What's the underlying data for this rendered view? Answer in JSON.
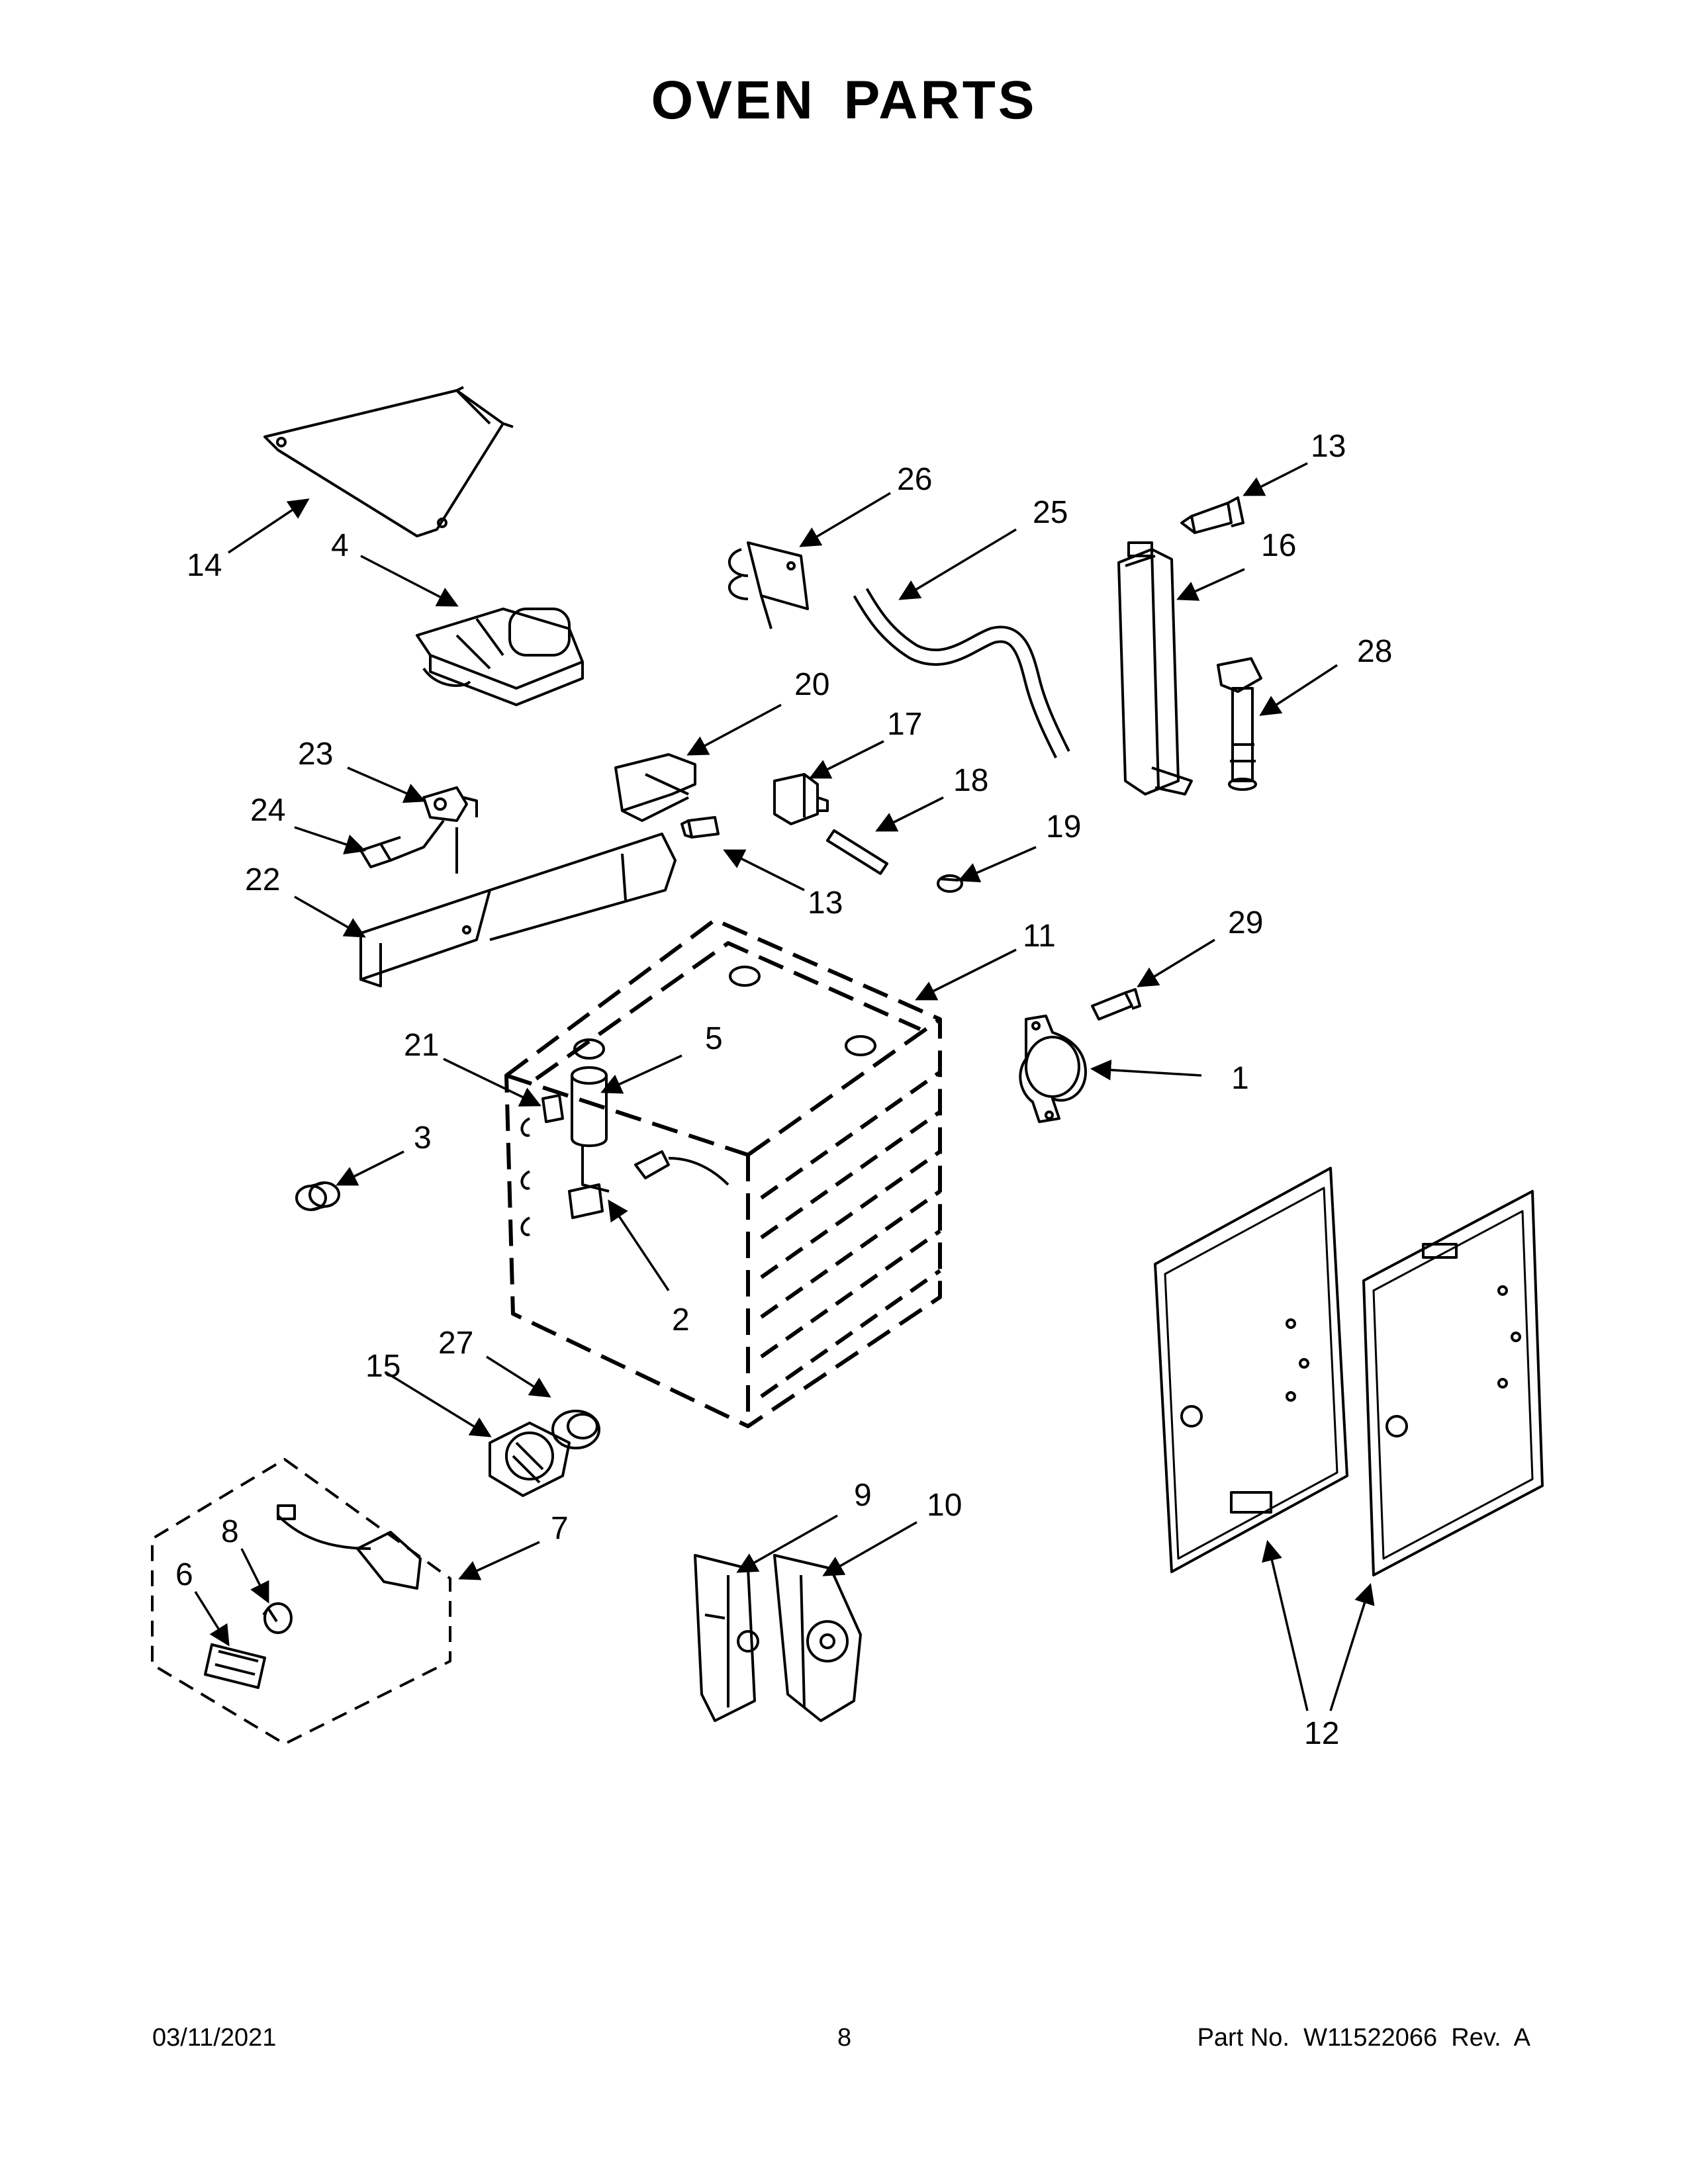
{
  "title": "OVEN PARTS",
  "callouts": {
    "c1": "1",
    "c2": "2",
    "c3": "3",
    "c4": "4",
    "c5": "5",
    "c6": "6",
    "c7": "7",
    "c8": "8",
    "c9": "9",
    "c10": "10",
    "c11": "11",
    "c12": "12",
    "c13a": "13",
    "c13b": "13",
    "c14": "14",
    "c15": "15",
    "c16": "16",
    "c17": "17",
    "c18": "18",
    "c19": "19",
    "c20": "20",
    "c21": "21",
    "c22": "22",
    "c23": "23",
    "c24": "24",
    "c25": "25",
    "c26": "26",
    "c27": "27",
    "c28": "28",
    "c29": "29"
  },
  "footer": {
    "date": "03/11/2021",
    "page": "8",
    "part": "Part No.  W11522066  Rev.  A"
  }
}
